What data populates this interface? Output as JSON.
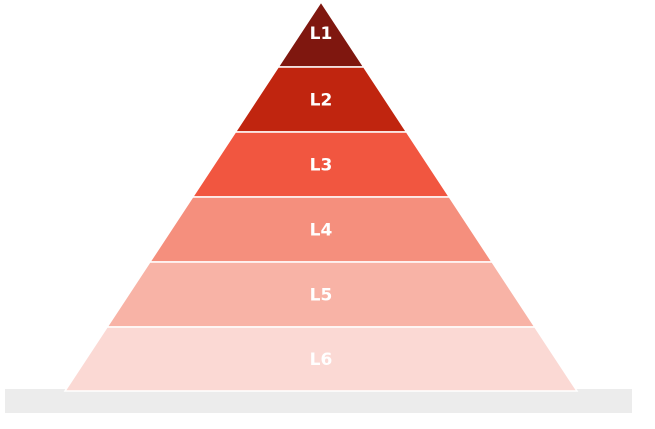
{
  "diagram": {
    "type": "pyramid",
    "levels": [
      {
        "label": "L1",
        "color": "#7f170f"
      },
      {
        "label": "L2",
        "color": "#c0250f"
      },
      {
        "label": "L3",
        "color": "#f15640"
      },
      {
        "label": "L4",
        "color": "#f58f7d"
      },
      {
        "label": "L5",
        "color": "#f8b3a6"
      },
      {
        "label": "L6",
        "color": "#fbd9d4"
      }
    ],
    "separator_color": "#ffffff",
    "base_strip_color": "#ececec"
  },
  "caption": ""
}
